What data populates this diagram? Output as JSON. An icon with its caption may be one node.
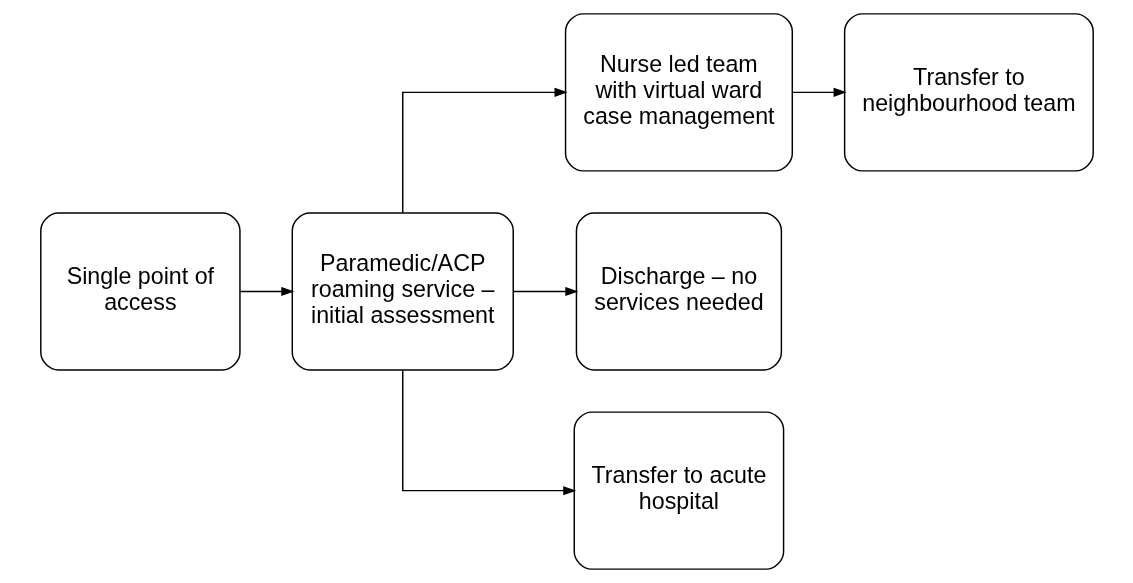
{
  "diagram": {
    "nodes": [
      {
        "text": [
          "Single point of access"
        ]
      },
      {
        "text": [
          "Paramedic/ACP roaming service – initial assessment"
        ]
      },
      {
        "text": [
          "Nurse led team with virtual ward case management"
        ]
      },
      {
        "text": [
          "Transfer to neighbourhood team"
        ]
      },
      {
        "text": [
          "Discharge – no services needed"
        ]
      },
      {
        "text": [
          "Transfer to acute hospital"
        ]
      }
    ],
    "edges": [
      {
        "from": 0,
        "to": 1,
        "arrow": "to"
      },
      {
        "from": 1,
        "to": 2,
        "arrow": "to"
      },
      {
        "from": 2,
        "to": 3,
        "arrow": "to"
      },
      {
        "from": 1,
        "to": 4,
        "arrow": "to"
      },
      {
        "from": 1,
        "to": 5,
        "arrow": "to"
      }
    ]
  }
}
